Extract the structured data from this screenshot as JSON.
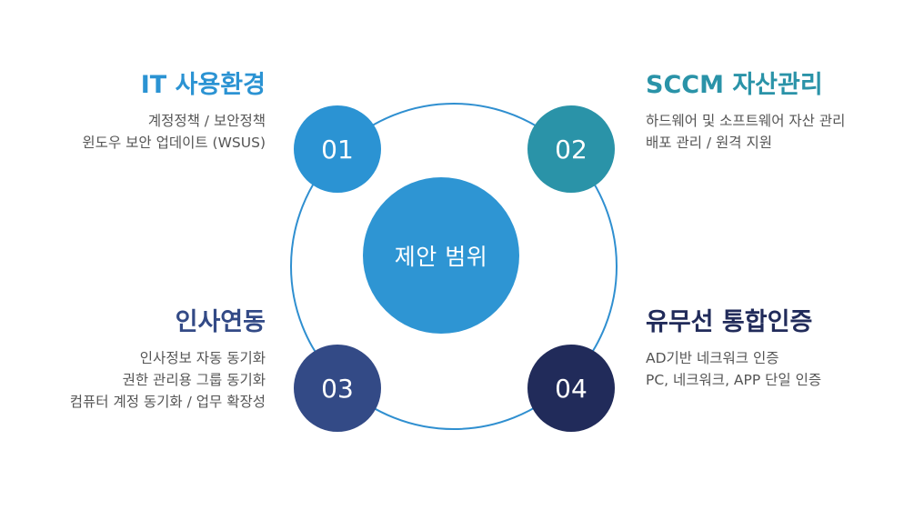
{
  "center": {
    "label": "제안 범위"
  },
  "colors": {
    "ring": "#2f8fd0",
    "center": "#2e95d3",
    "item1": "#2b93d3",
    "item2": "#2a93a8",
    "item3": "#334a86",
    "item4": "#212b5a"
  },
  "items": [
    {
      "number": "01",
      "title": "IT 사용환경",
      "lines": [
        "계정정책 / 보안정책",
        "윈도우 보안 업데이트 (WSUS)"
      ]
    },
    {
      "number": "02",
      "title": "SCCM 자산관리",
      "lines": [
        "하드웨어 및 소프트웨어 자산 관리",
        "배포 관리 / 원격 지원"
      ]
    },
    {
      "number": "03",
      "title": "인사연동",
      "lines": [
        "인사정보 자동 동기화",
        "권한 관리용 그룹 동기화",
        "컴퓨터 계정 동기화 / 업무 확장성"
      ]
    },
    {
      "number": "04",
      "title": "유무선 통합인증",
      "lines": [
        "AD기반 네크워크 인증",
        "PC, 네크워크, APP 단일 인증"
      ]
    }
  ]
}
